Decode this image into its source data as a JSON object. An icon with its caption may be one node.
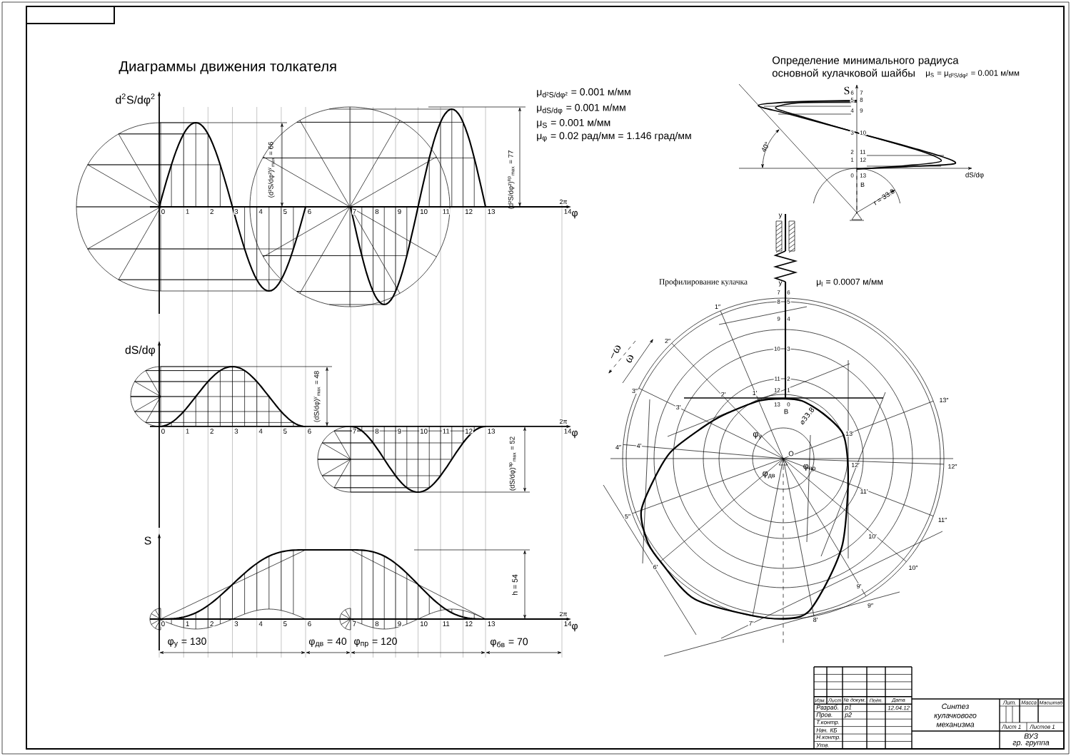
{
  "diagram": {
    "title": "Диаграммы движения толкателя",
    "labels": [
      "Определение минимального радиуса основной кулачковой шайбы",
      "μ$_{S}$ = μ$_{d²S/dφ²}$ = 0.001 м/мм",
      "S",
      "dS/dφ",
      "B",
      "r = 33.8",
      "40°",
      "6",
      "7",
      "5",
      "8",
      "4",
      "9",
      "3",
      "10",
      "2",
      "11",
      "1",
      "12",
      "0",
      "13",
      "d$^{2}$S/dφ$^{2}$",
      "μ$_{d²S/dφ²}$ = 0.001 м/мм",
      "μ$_{dS/dφ}$ = 0.001 м/мм",
      "μ$_{S}$ = 0.001 м/мм",
      "μ$_{φ}$ = 0.02 рад/мм = 1.146 град/мм",
      "(d²S/dφ²)$^{у}$$_{max}$ = 66",
      "(d²S/dφ²)$^{пр}$$_{max}$ = 77",
      "2π",
      "0",
      "1",
      "2",
      "3",
      "4",
      "5",
      "6",
      "7",
      "8",
      "9",
      "10",
      "11",
      "12",
      "13",
      "14",
      "φ",
      "dS/dφ",
      "(dS/dφ)$^{у}$$_{max}$ = 48",
      "2π",
      "0",
      "1",
      "2",
      "3",
      "4",
      "5",
      "6",
      "7",
      "8",
      "9",
      "10",
      "11",
      "12",
      "13",
      "14",
      "φ",
      "(dS/dφ)$^{пр}$$_{max}$ = 52",
      "S",
      "h = 54",
      "2π",
      "0",
      "1",
      "2",
      "3",
      "4",
      "5",
      "6",
      "7",
      "8",
      "9",
      "10",
      "11",
      "12",
      "13",
      "14",
      "φ",
      "φ$_{у}$ = 130",
      "φ$_{дв}$ = 40",
      "φ$_{пр}$ = 120",
      "φ$_{бв}$ = 70",
      "у",
      "у",
      "Профилирование кулачка",
      "μ$_{l}$ = 0.0007 м/мм",
      "−ω",
      "ω",
      "7",
      "6",
      "8",
      "5",
      "9",
      "4",
      "10",
      "3",
      "11",
      "2",
      "12",
      "1",
      "13",
      "0",
      "B",
      "O",
      "φ$_{у}$",
      "φ$_{пр}$",
      "φ$_{дв}$",
      "⌀33.8",
      "1″",
      "2″",
      "3″",
      "2′",
      "1′",
      "13″",
      "3′",
      "13′",
      "4″",
      "4′",
      "12′",
      "12″",
      "11′",
      "5″",
      "11″",
      "10′",
      "6′",
      "10″",
      "9′",
      "9″",
      "7′",
      "8′",
      "Изм.",
      "Лист",
      "№ докум.",
      "Подп.",
      "Дата",
      "Разраб.",
      "р1",
      "12.04.12",
      "Пров.",
      "р2",
      "Т.контр.",
      "Нач. КБ",
      "Н.контр.",
      "Утв.",
      "Синтез кулачкового механизма",
      "Лит.",
      "Масса",
      "Масштаб",
      "Лист 1",
      "Листов 1",
      "ВУЗ",
      "гр. группа"
    ]
  }
}
